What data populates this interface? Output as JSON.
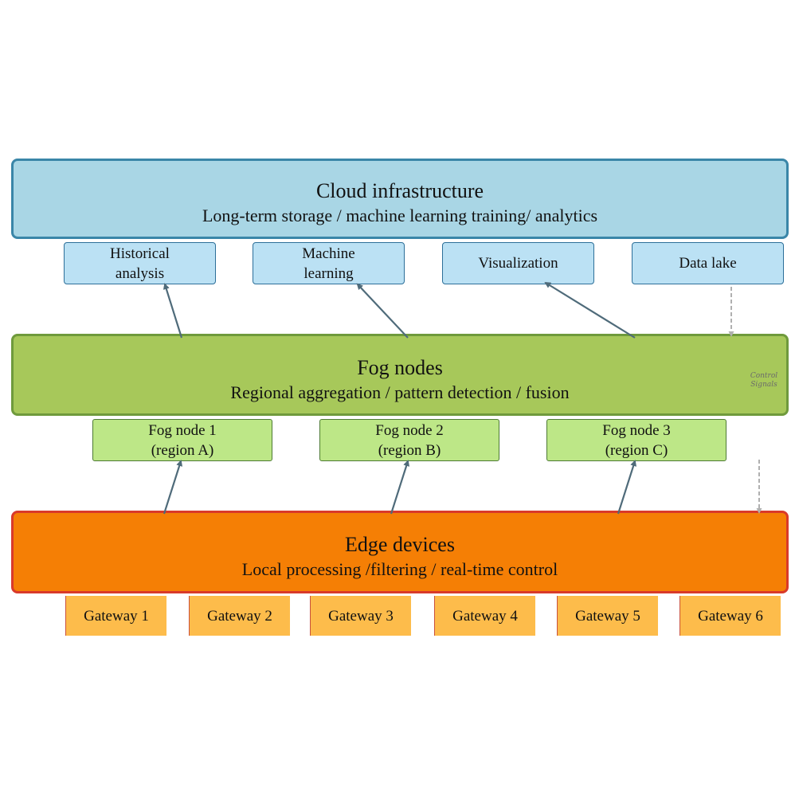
{
  "layers": {
    "cloud": {
      "title": "Cloud infrastructure",
      "subtitle": "Long-term storage / machine learning training/ analytics",
      "color": "#a9d6e5",
      "components": [
        {
          "line1": "Historical",
          "line2": "analysis"
        },
        {
          "line1": "Machine",
          "line2": "learning"
        },
        {
          "line1": "Visualization",
          "line2": ""
        },
        {
          "line1": "Data lake",
          "line2": ""
        }
      ]
    },
    "fog": {
      "title": "Fog nodes",
      "subtitle": "Regional aggregation / pattern detection / fusion",
      "color": "#a7c85a",
      "annotation": {
        "line1": "Control",
        "line2": "Signals"
      },
      "components": [
        {
          "line1": "Fog node 1",
          "line2": "(region A)"
        },
        {
          "line1": "Fog node 2",
          "line2": "(region B)"
        },
        {
          "line1": "Fog node 3",
          "line2": "(region C)"
        }
      ]
    },
    "edge": {
      "title": "Edge devices",
      "subtitle": "Local processing /filtering / real-time control",
      "color": "#f57f05",
      "components": [
        {
          "label": "Gateway 1"
        },
        {
          "label": "Gateway 2"
        },
        {
          "label": "Gateway 3"
        },
        {
          "label": "Gateway 4"
        },
        {
          "label": "Gateway 5"
        },
        {
          "label": "Gateway 6"
        }
      ]
    }
  },
  "connections": [
    {
      "from": "Fog nodes",
      "to": "Historical analysis",
      "style": "solid"
    },
    {
      "from": "Fog nodes",
      "to": "Machine learning",
      "style": "solid"
    },
    {
      "from": "Fog nodes",
      "to": "Visualization",
      "style": "solid"
    },
    {
      "from": "Edge devices",
      "to": "Fog node 1",
      "style": "solid"
    },
    {
      "from": "Edge devices",
      "to": "Fog node 2",
      "style": "solid"
    },
    {
      "from": "Edge devices",
      "to": "Fog node 3",
      "style": "solid"
    },
    {
      "from": "Data lake",
      "to": "Fog nodes",
      "style": "dashed",
      "label": "Control Signals"
    },
    {
      "from": "Fog nodes",
      "to": "Edge devices",
      "style": "dashed"
    }
  ]
}
